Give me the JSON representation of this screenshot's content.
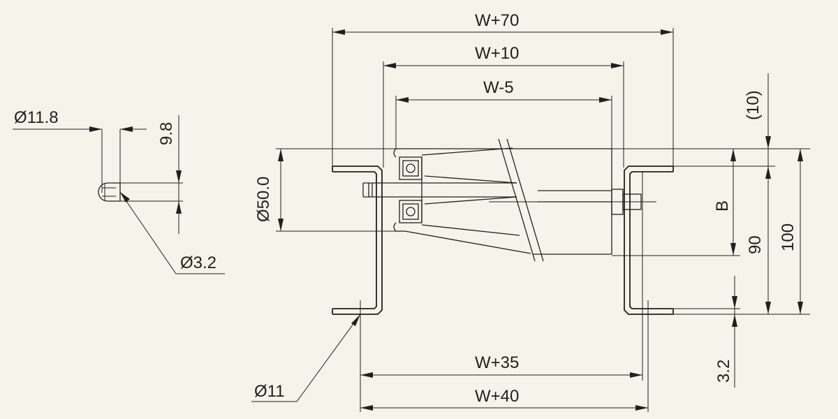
{
  "dimensions": {
    "w_plus_70": "W+70",
    "w_plus_10": "W+10",
    "w_minus_5": "W-5",
    "w_plus_35": "W+35",
    "w_plus_40": "W+40",
    "dia_11_8": "Ø11.8",
    "dim_9_8": "9.8",
    "dia_3_2": "Ø3.2",
    "dia_50": "Ø50.0",
    "dia_11": "Ø11",
    "dim_10_ref": "(10)",
    "dim_b": "B",
    "dim_90": "90",
    "dim_100": "100",
    "dim_3_2": "3.2"
  },
  "colors": {
    "line": "#231f20",
    "background": "#f6f3ea"
  }
}
